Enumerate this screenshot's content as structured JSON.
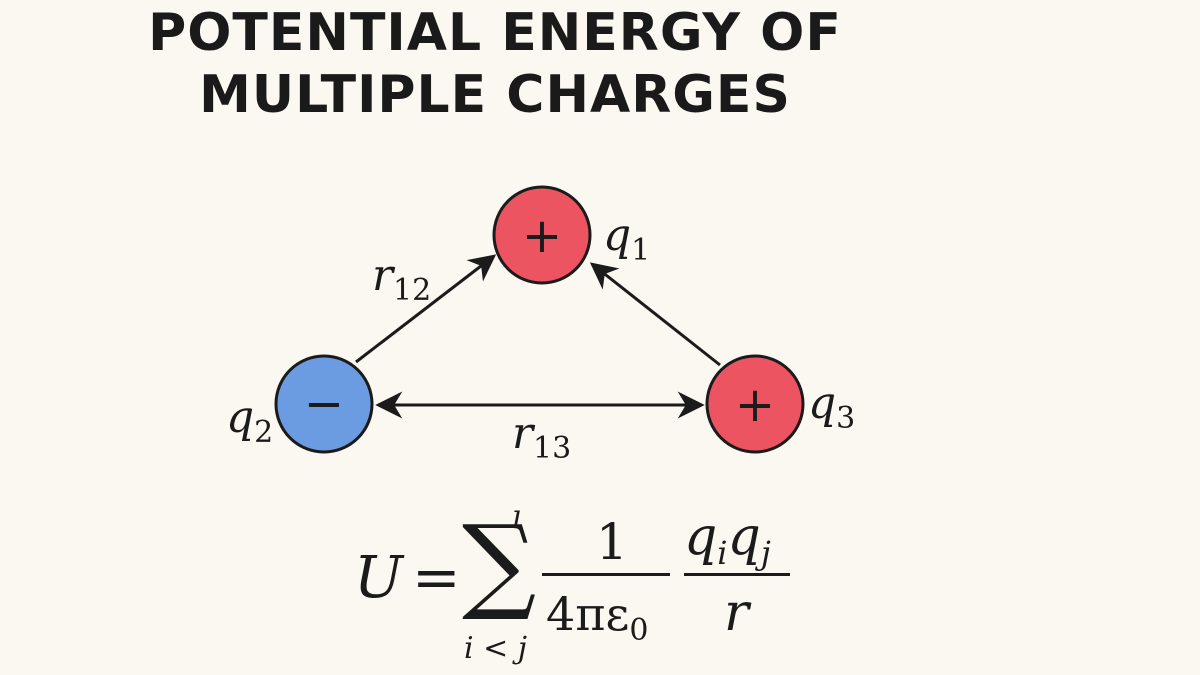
{
  "title": {
    "line1": "POTENTIAL ENERGY OF",
    "line2": "MULTIPLE CHARGES"
  },
  "charges": [
    {
      "name": "q",
      "sub": "1",
      "sign": "+",
      "color": "#ec5461"
    },
    {
      "name": "q",
      "sub": "2",
      "sign": "−",
      "color": "#6b9be0"
    },
    {
      "name": "q",
      "sub": "3",
      "sign": "+",
      "color": "#ec5461"
    }
  ],
  "distances": {
    "r12": {
      "name": "r",
      "sub": "12"
    },
    "r13": {
      "name": "r",
      "sub": "13"
    }
  },
  "formula": {
    "lhs": "U",
    "equals": "=",
    "sum": "∑",
    "sum_top": "ı",
    "sum_bottom": "i < j",
    "frac1_num": "1",
    "frac1_den": "4πε",
    "frac1_den_sub": "0",
    "frac2_num_a": "q",
    "frac2_num_a_sub": "i",
    "frac2_num_b": "q",
    "frac2_num_b_sub": "j",
    "frac2_den": "r"
  },
  "colors": {
    "positive": "#ec5461",
    "negative": "#6b9be0",
    "stroke": "#1b1b1b",
    "background": "#fbf8f2"
  }
}
